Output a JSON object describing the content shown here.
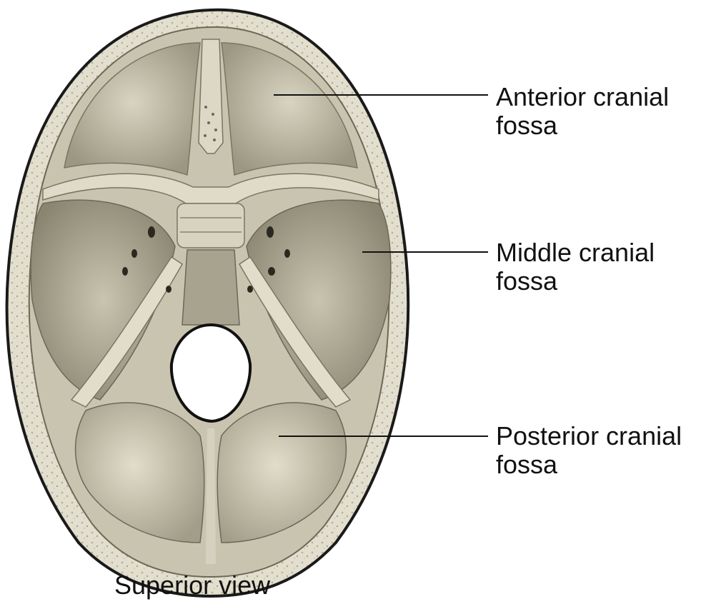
{
  "labels": {
    "anterior": {
      "line1": "Anterior cranial",
      "line2": "fossa"
    },
    "middle": {
      "line1": "Middle cranial",
      "line2": "fossa"
    },
    "posterior": {
      "line1": "Posterior cranial",
      "line2": "fossa"
    }
  },
  "caption": "Superior view",
  "colors": {
    "bone_rim": "#d9d4c2",
    "fossa_fill": "#b7b29e",
    "fossa_light": "#d6d1bf",
    "fossa_dark": "#8f8a76",
    "outline": "#1a1a1a",
    "leader_line": "#111111"
  }
}
